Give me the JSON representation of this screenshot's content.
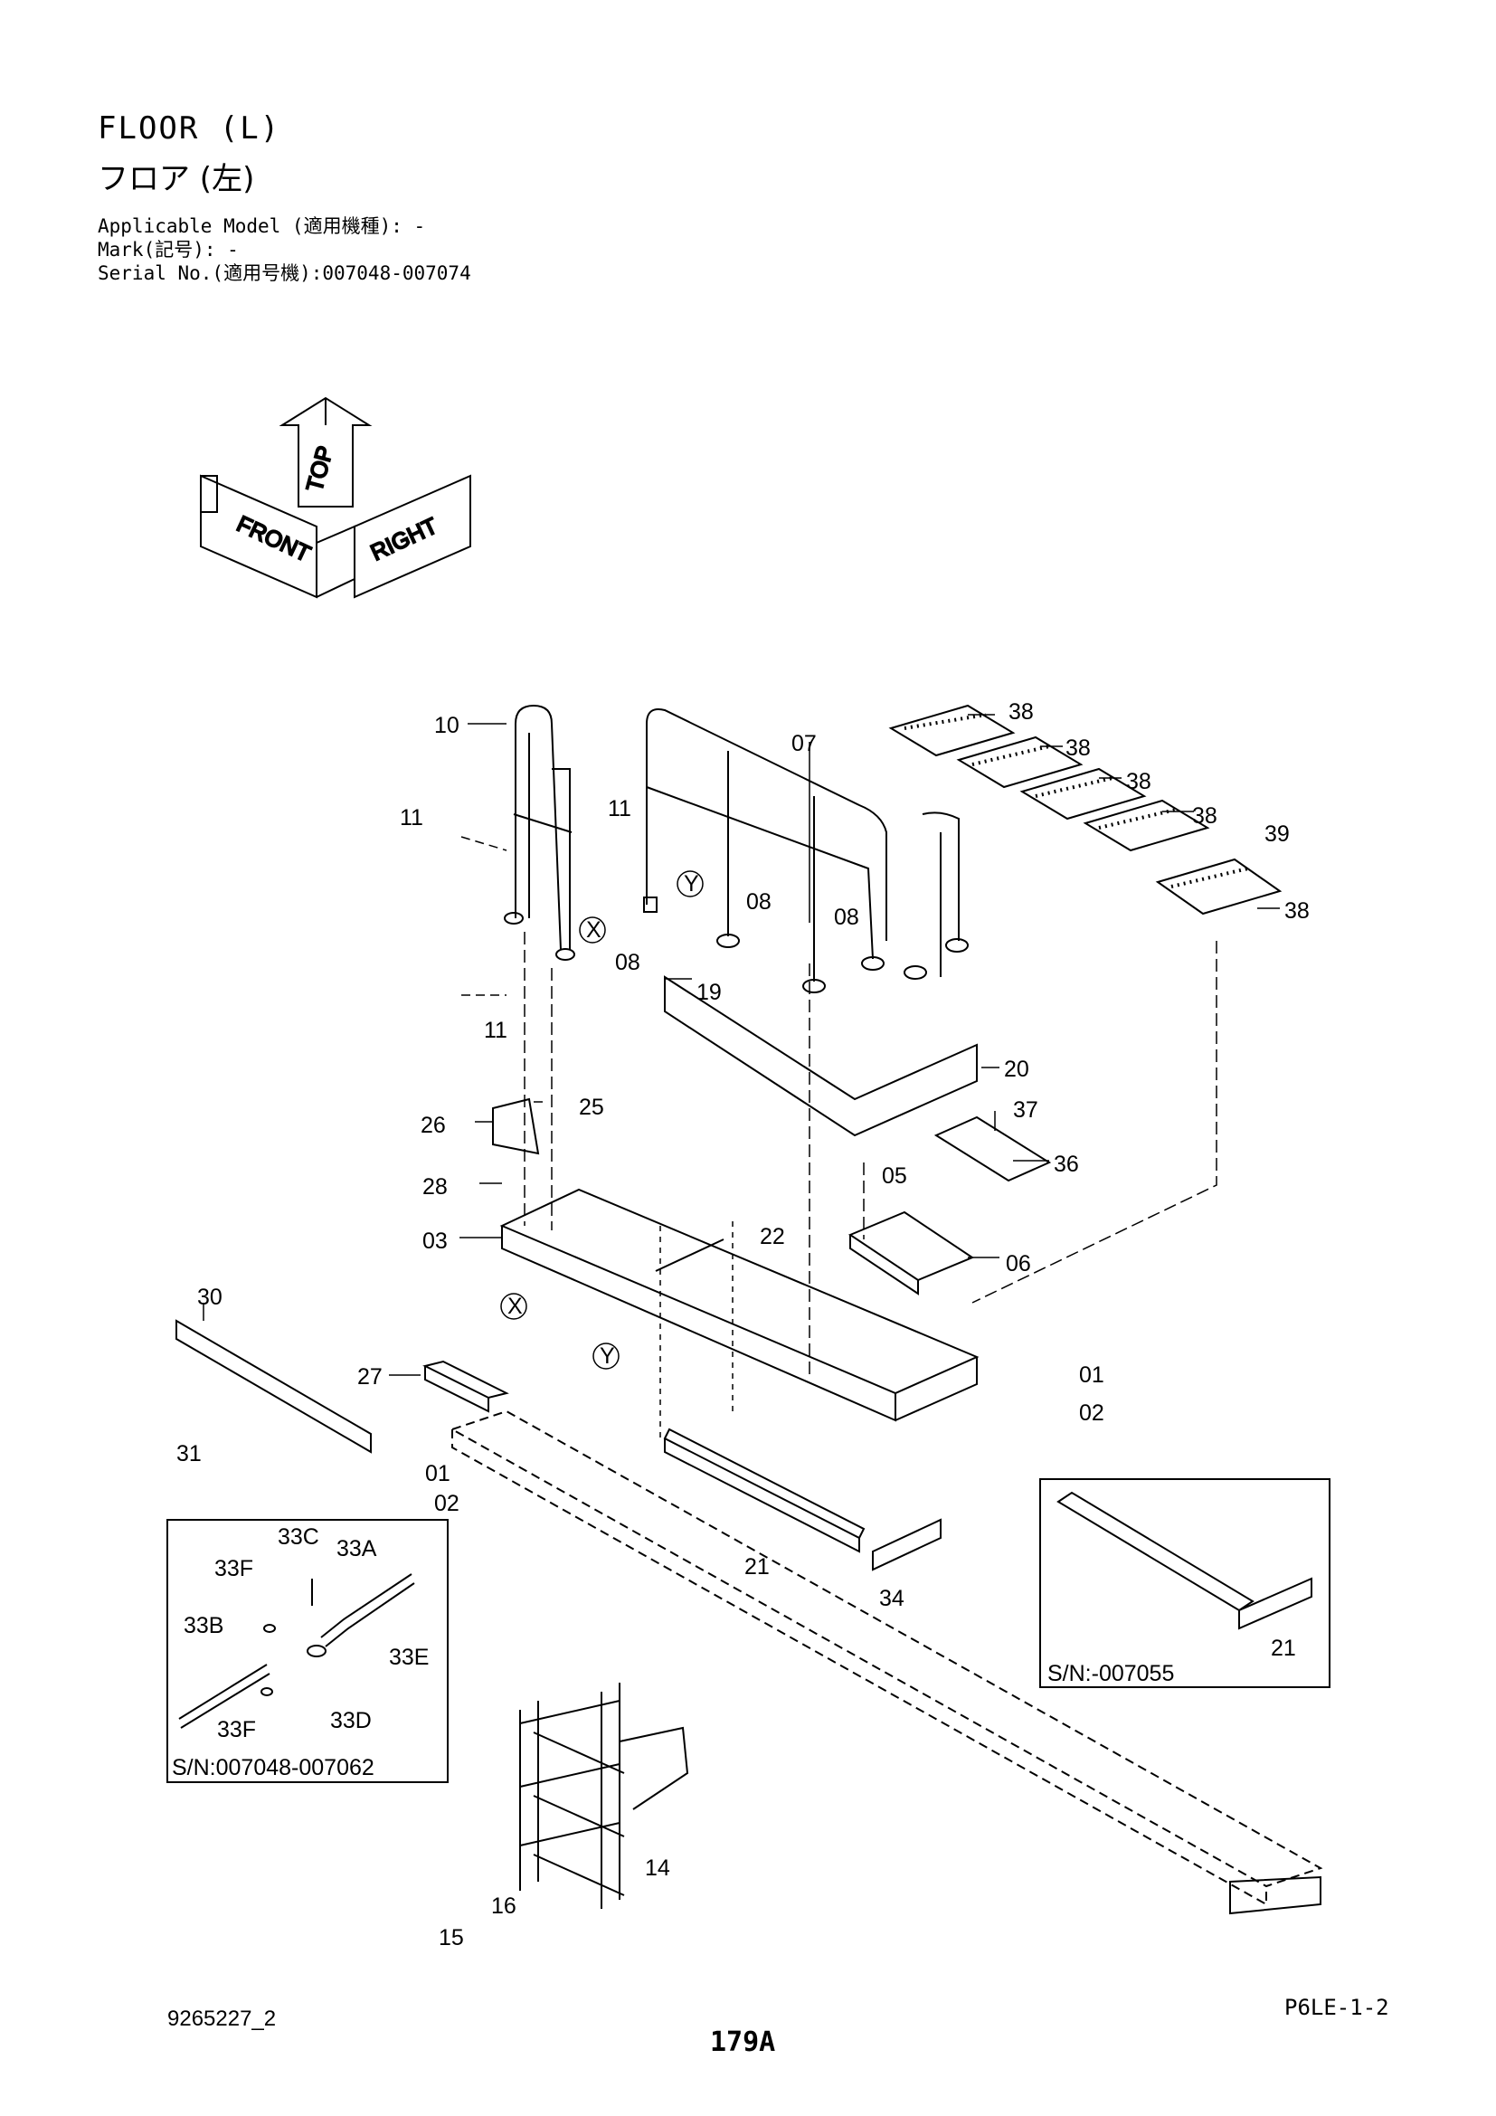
{
  "header": {
    "title_en": "FLOOR (L)",
    "title_jp": "フロア (左)",
    "applicable_model": "Applicable Model (適用機種): -",
    "mark": "Mark(記号): -",
    "serial_no": "Serial No.(適用号機):007048-007074"
  },
  "orientation": {
    "front": "FRONT",
    "top": "TOP",
    "right": "RIGHT"
  },
  "callouts": {
    "c10": "10",
    "c07": "07",
    "c38a": "38",
    "c38b": "38",
    "c38c": "38",
    "c38d": "38",
    "c38e": "38",
    "c39": "39",
    "c11a": "11",
    "c11b": "11",
    "c11c": "11",
    "c08a": "08",
    "c08b": "08",
    "c08c": "08",
    "cX1": "X",
    "cY1": "Y",
    "cX2": "X",
    "cY2": "Y",
    "c19": "19",
    "c20": "20",
    "c37": "37",
    "c36": "36",
    "c26": "26",
    "c25": "25",
    "c05": "05",
    "c28": "28",
    "c03": "03",
    "c22": "22",
    "c06": "06",
    "c30": "30",
    "c27": "27",
    "c01a": "01",
    "c02a": "02",
    "c31": "31",
    "c01b": "01",
    "c02b": "02",
    "c21a": "21",
    "c34": "34",
    "c14": "14",
    "c15": "15",
    "c16": "16",
    "c21b": "21"
  },
  "inset_left": {
    "serial": "S/N:007048-007062",
    "labels": {
      "c33C": "33C",
      "c33A": "33A",
      "c33F1": "33F",
      "c33B": "33B",
      "c33E": "33E",
      "c33F2": "33F",
      "c33D": "33D"
    }
  },
  "inset_right": {
    "serial": "S/N:-007055"
  },
  "footer": {
    "drawing_no": "9265227_2",
    "sheet_code": "P6LE-1-2",
    "page": "179A"
  }
}
